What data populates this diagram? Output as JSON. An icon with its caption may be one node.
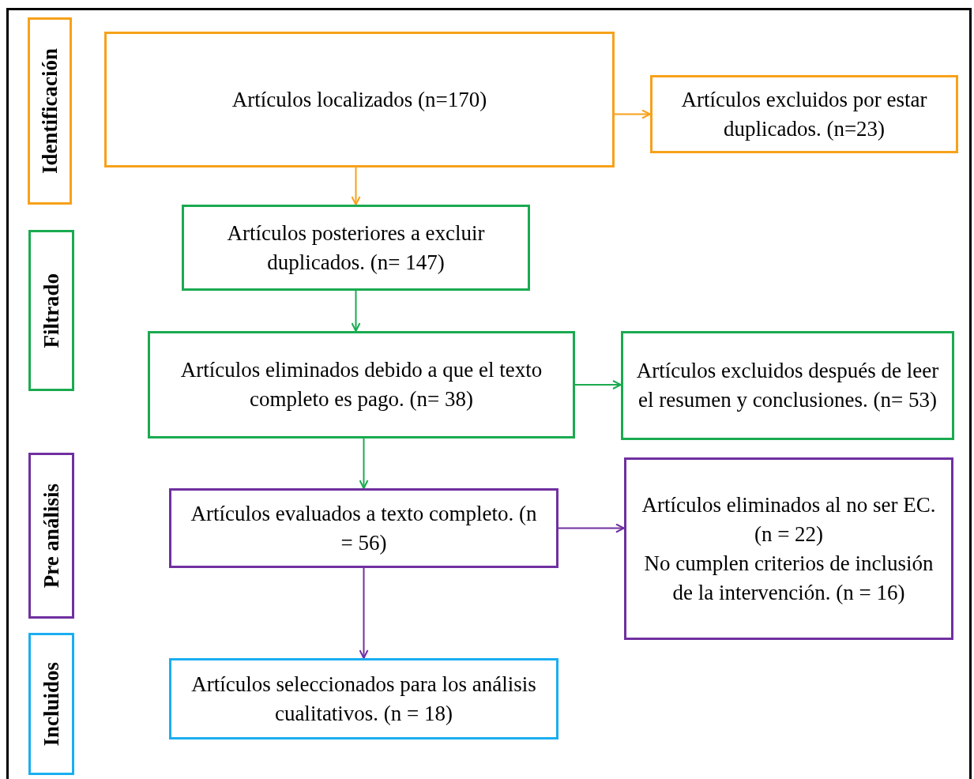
{
  "diagram": {
    "nodes": [
      {
        "text": [
          "Identificación"
        ]
      },
      {
        "text": [
          "Artículos localizados (n=170)"
        ]
      },
      {
        "text": [
          "Artículos excluidos por estar duplicados. (n=23)"
        ]
      },
      {
        "text": [
          "Filtrado"
        ]
      },
      {
        "text": [
          "Artículos posteriores a excluir duplicados. (n= 147)"
        ]
      },
      {
        "text": [
          "Artículos eliminados debido a que el texto completo es pago. (n= 38)"
        ]
      },
      {
        "text": [
          "Artículos excluidos después de leer el resumen y conclusiones. (n= 53)"
        ]
      },
      {
        "text": [
          "Pre análisis"
        ]
      },
      {
        "text": [
          "Artículos evaluados a texto completo. (n = 56)"
        ]
      },
      {
        "text": [
          "Artículos eliminados al no ser EC. (n = 22)",
          "No cumplen criterios de inclusión de la intervención. (n = 16)"
        ]
      },
      {
        "text": [
          "Incluidos"
        ]
      },
      {
        "text": [
          "Artículos seleccionados para los análisis cualitativos. (n = 18)"
        ]
      }
    ],
    "edges": [
      {
        "from": 1,
        "to": 2,
        "arrow": "to",
        "color": "#f7a11a"
      },
      {
        "from": 1,
        "to": 4,
        "arrow": "to",
        "color": "#f7a11a"
      },
      {
        "from": 4,
        "to": 5,
        "arrow": "to",
        "color": "#1aaa50"
      },
      {
        "from": 5,
        "to": 6,
        "arrow": "to",
        "color": "#1aaa50"
      },
      {
        "from": 5,
        "to": 8,
        "arrow": "to",
        "color": "#1aaa50"
      },
      {
        "from": 8,
        "to": 9,
        "arrow": "to",
        "color": "#7030a0"
      },
      {
        "from": 8,
        "to": 11,
        "arrow": "to",
        "color": "#7030a0"
      }
    ]
  }
}
